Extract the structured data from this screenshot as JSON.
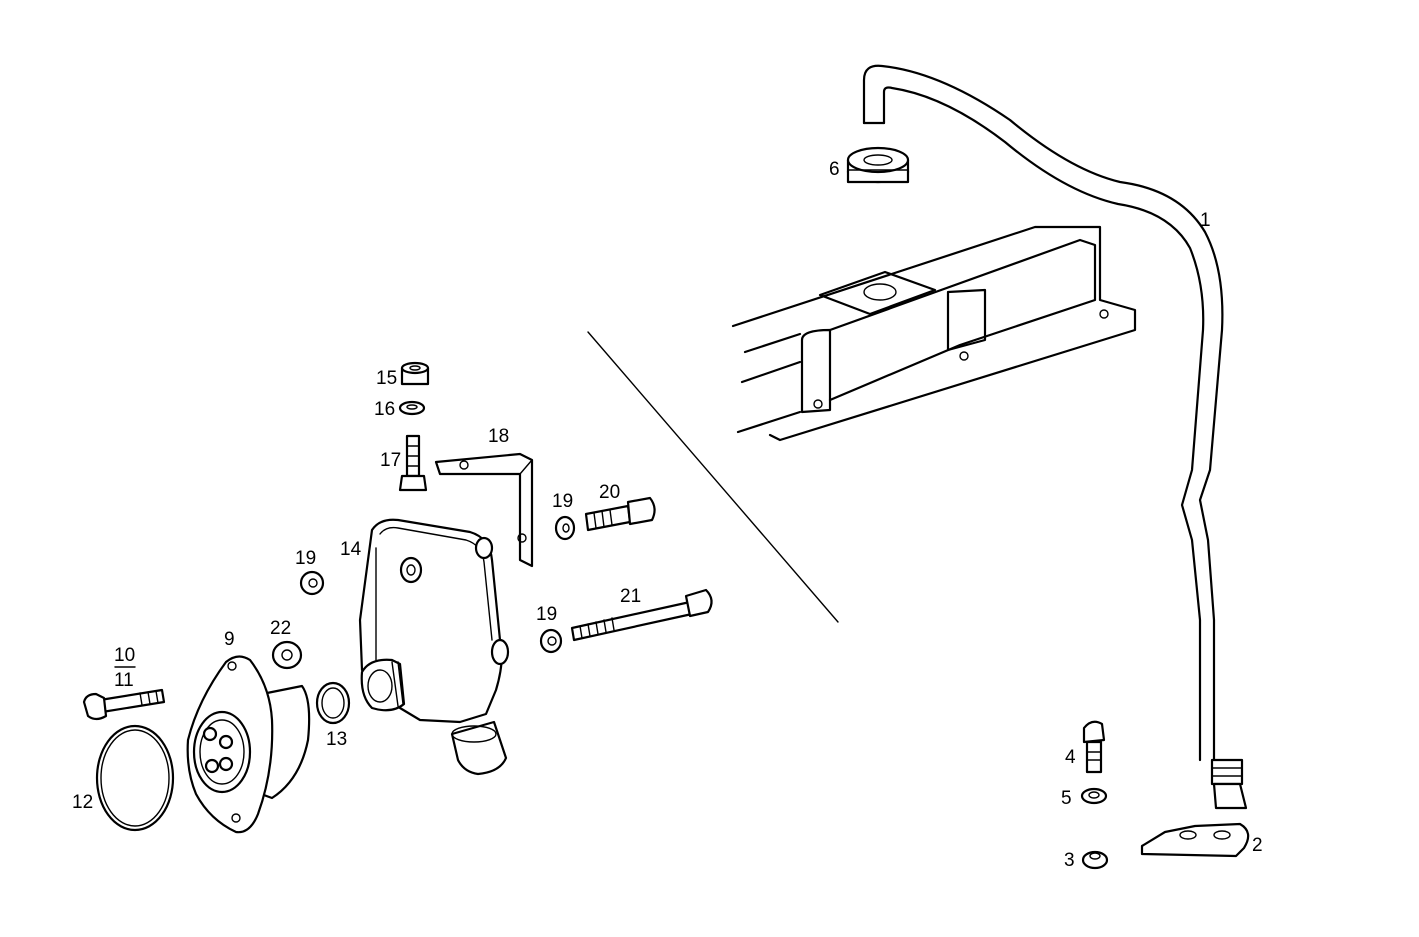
{
  "diagram": {
    "callouts": {
      "c1": "1",
      "c2": "2",
      "c3": "3",
      "c4": "4",
      "c5": "5",
      "c6": "6",
      "c9": "9",
      "c10": "10",
      "c11": "11",
      "c12": "12",
      "c13": "13",
      "c14": "14",
      "c15": "15",
      "c16": "16",
      "c17": "17",
      "c18": "18",
      "c19a": "19",
      "c19b": "19",
      "c19c": "19",
      "c20": "20",
      "c21": "21",
      "c22": "22"
    }
  }
}
